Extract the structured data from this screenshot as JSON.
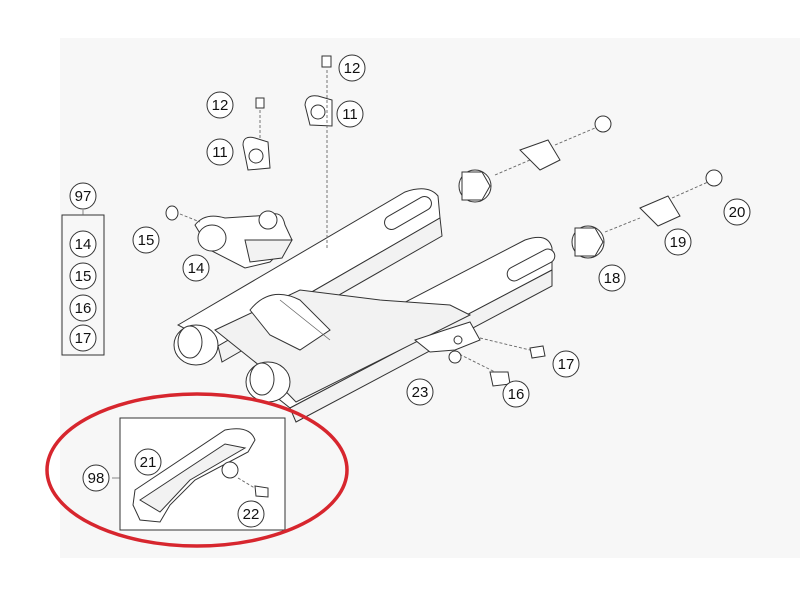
{
  "diagram": {
    "callouts": {
      "c11a": "11",
      "c11b": "11",
      "c12a": "12",
      "c12b": "12",
      "c14": "14",
      "c15": "15",
      "c16": "16",
      "c17": "17",
      "c18": "18",
      "c19": "19",
      "c20": "20",
      "c21": "21",
      "c22": "22",
      "c23": "23",
      "c98": "98"
    },
    "kit97": {
      "label": "97",
      "items": [
        "14",
        "15",
        "16",
        "17"
      ]
    },
    "highlight_color": "#d7262e",
    "line_color": "#333333"
  }
}
